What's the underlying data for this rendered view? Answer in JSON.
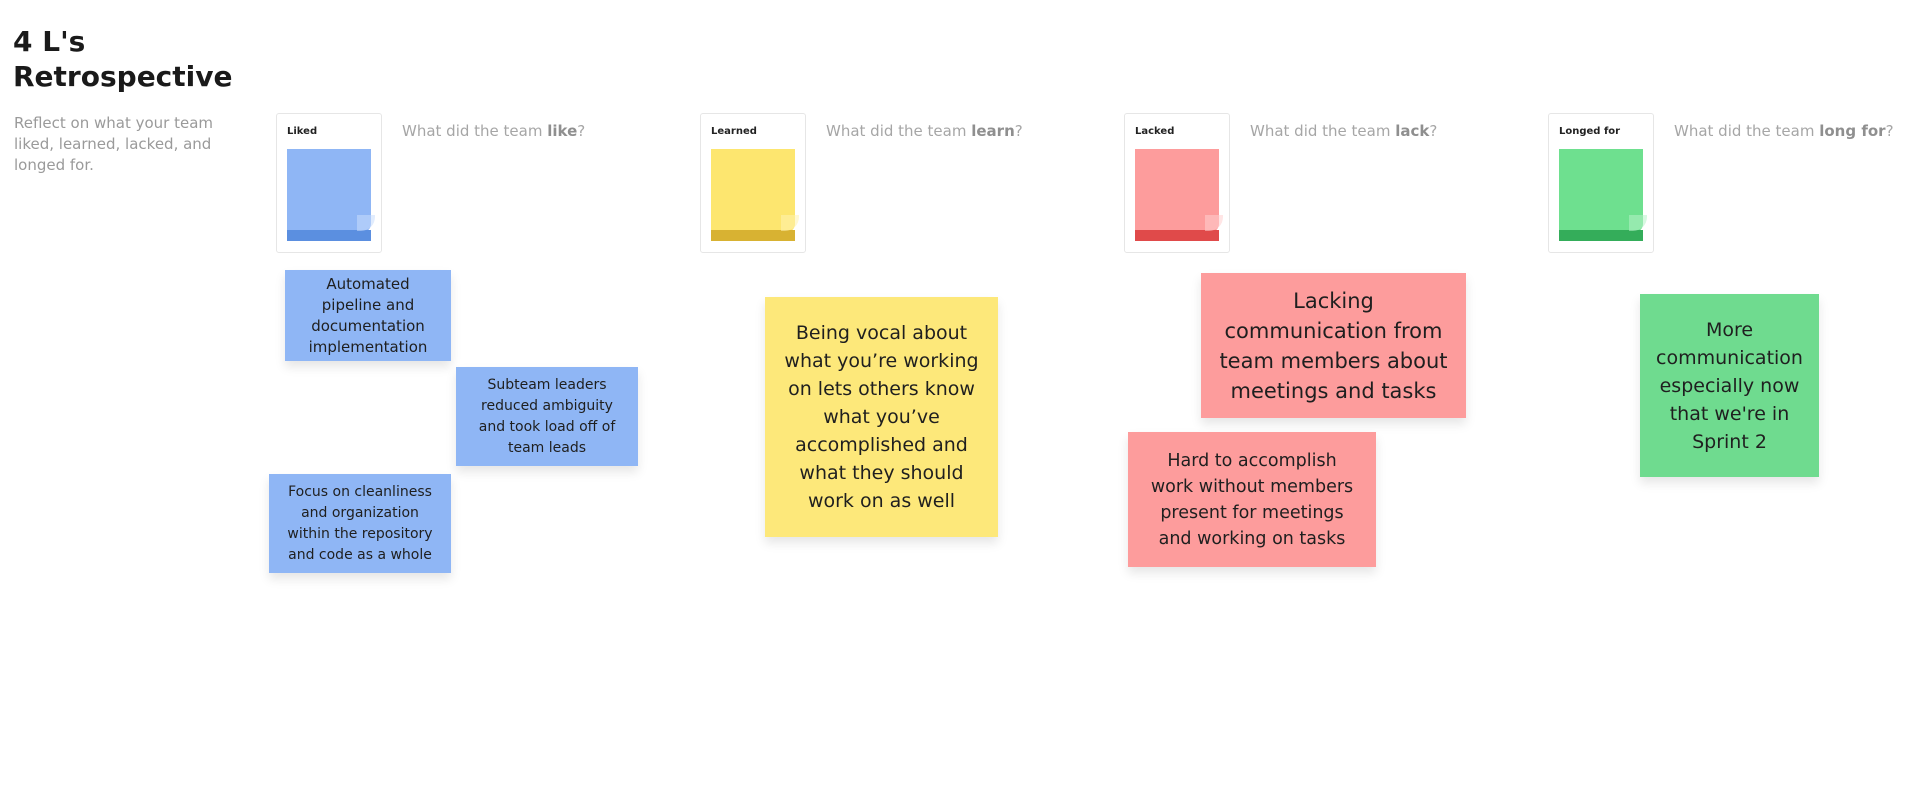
{
  "board": {
    "title": "4 L's Retrospective",
    "subtitle": "Reflect on what your team liked, learned, lacked, and longed for."
  },
  "columns": [
    {
      "card_label": "Liked",
      "question_prefix": "What did the team ",
      "question_keyword": "like",
      "question_suffix": "?",
      "pad_color": "#8fb6f5",
      "pad_base_color": "#5b8fe0"
    },
    {
      "card_label": "Learned",
      "question_prefix": "What did the team ",
      "question_keyword": "learn",
      "question_suffix": "?",
      "pad_color": "#fde66f",
      "pad_base_color": "#d8b232"
    },
    {
      "card_label": "Lacked",
      "question_prefix": "What did the team ",
      "question_keyword": "lack",
      "question_suffix": "?",
      "pad_color": "#fd9c9c",
      "pad_base_color": "#e04a4a"
    },
    {
      "card_label": "Longed for",
      "question_prefix": "What did the team ",
      "question_keyword": "long for",
      "question_suffix": "?",
      "pad_color": "#6ee08f",
      "pad_base_color": "#34ad5a"
    }
  ],
  "stickies": {
    "liked": [
      "Automated pipeline and documentation implementation",
      "Subteam leaders reduced ambiguity and took load off of team leads",
      "Focus on cleanliness and organization within the repository and code as a whole"
    ],
    "learned": [
      "Being vocal about what you’re working on lets others know what you’ve accomplished and what they should work on as well"
    ],
    "lacked": [
      "Lacking communication from team members about meetings and tasks",
      "Hard to accomplish work without members present for meetings and working on tasks"
    ],
    "longed_for": [
      "More communication especially now that we're in Sprint 2"
    ]
  },
  "colors": {
    "liked": "#8fb6f5",
    "learned": "#fde87a",
    "lacked": "#fd9c9c",
    "longed_for": "#6fdb8f"
  }
}
